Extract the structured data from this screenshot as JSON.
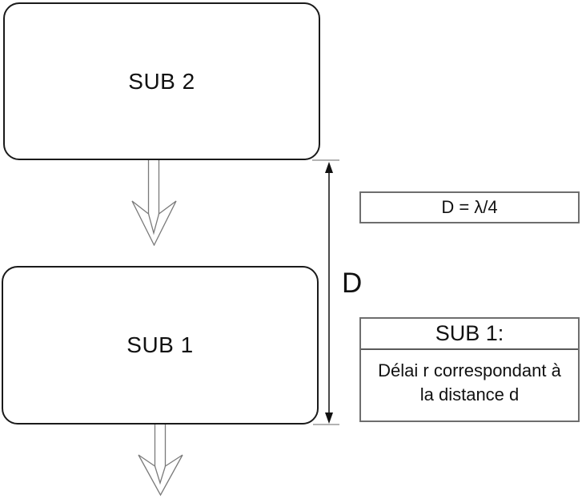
{
  "diagram": {
    "blocks": [
      {
        "id": "sub2",
        "label": "SUB 2"
      },
      {
        "id": "sub1",
        "label": "SUB 1"
      }
    ],
    "dimension": {
      "label": "D"
    },
    "formula_box": {
      "text": "D = λ/4"
    },
    "info_box": {
      "title": "SUB 1:",
      "body_line1": "Délai r correspondant à",
      "body_line2": "la distance d"
    },
    "colors": {
      "block_border": "#1a1a1a",
      "annotation_border": "#6e6e6e",
      "arrow_stroke": "#7a7a7a",
      "dimension_line": "#4a4a4a",
      "tick": "#b3b3b3",
      "text": "#111111",
      "background": "#ffffff"
    }
  }
}
